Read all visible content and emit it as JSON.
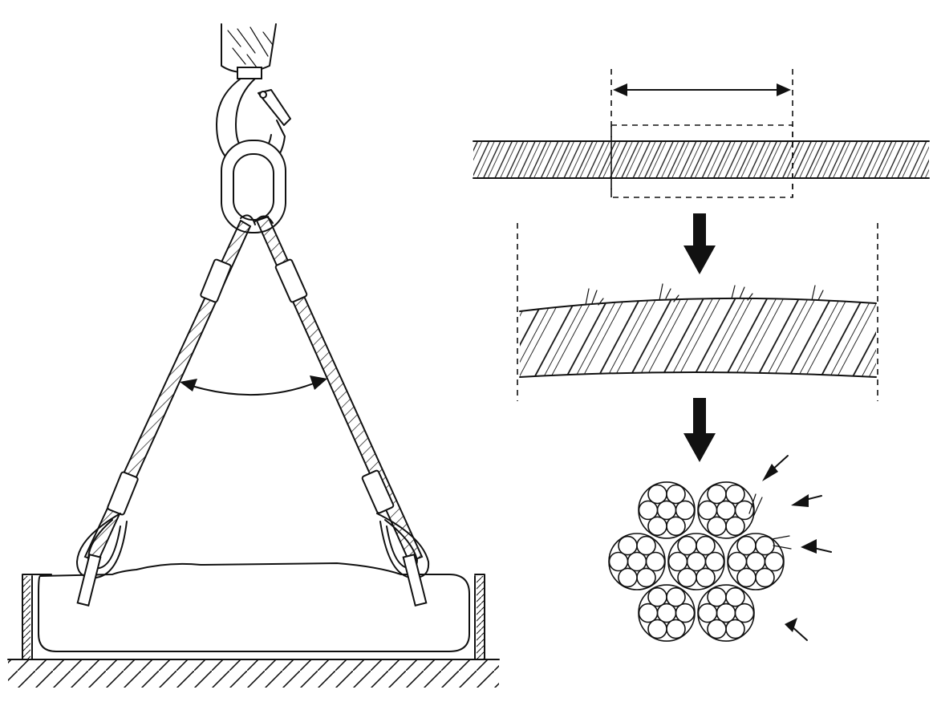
{
  "figure": {
    "type": "technical-line-drawing",
    "panels": [
      "sling-lifting-load",
      "wire-rope-segment",
      "magnified-rope-with-broken-wires",
      "rope-cross-section-with-broken-wires"
    ],
    "icons": [
      "crane-hook-icon",
      "master-link-icon",
      "ferrule-icon",
      "thimble-icon",
      "down-arrow-icon",
      "pointer-arrow-icon"
    ]
  }
}
